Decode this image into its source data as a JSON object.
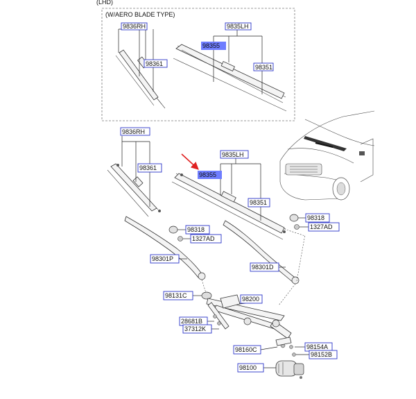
{
  "header": {
    "region": "(LHD)"
  },
  "aero_group": {
    "title": "(W/AERO BLADE TYPE)",
    "labels": {
      "rh": "9836RH",
      "lh": "9835LH",
      "blade_lh": "98355",
      "insert_rh": "98361",
      "insert_lh": "98351"
    }
  },
  "standard_group": {
    "labels": {
      "rh": "9836RH",
      "lh": "9835LH",
      "blade_lh": "98355",
      "insert_rh": "98361",
      "insert_lh": "98351"
    }
  },
  "arms": {
    "cap_rh": "98318",
    "nut_rh": "1327AD",
    "arm_rh": "98301P",
    "cap_lh": "98318",
    "nut_lh": "1327AD",
    "arm_lh": "98301D"
  },
  "linkage": {
    "pivot": "98131C",
    "linkage_assy": "98200",
    "nut": "28681B",
    "bolt": "37312K",
    "crank": "98160C",
    "crank_nut": "98154A",
    "washer": "98152B",
    "motor": "98100"
  },
  "colors": {
    "label_border": "#2a33c8",
    "highlight": "#6e7dff",
    "arrow": "#e02020",
    "dash_box": "#777777"
  }
}
